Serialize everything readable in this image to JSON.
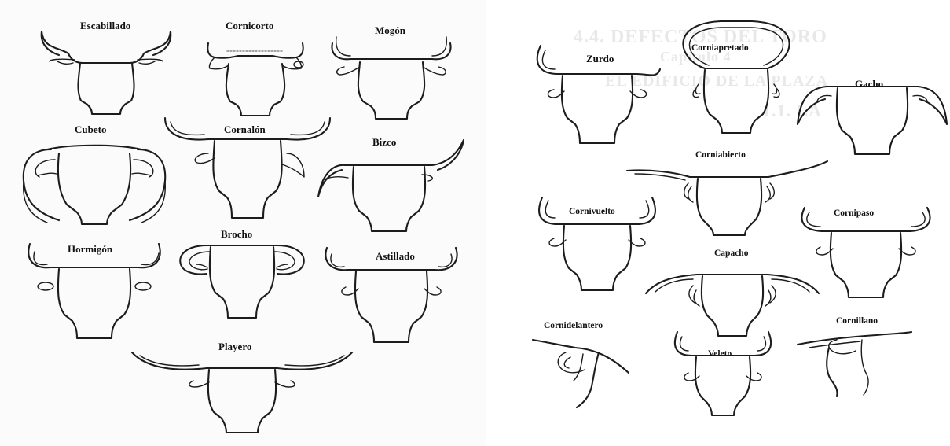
{
  "left_panel": {
    "labels": {
      "escabillado": "Escabillado",
      "cornicorto": "Cornicorto",
      "mogon": "Mogón",
      "cubeto": "Cubeto",
      "cornalon": "Cornalón",
      "bizco": "Bizco",
      "hormigon": "Hormigón",
      "brocho": "Brocho",
      "astillado": "Astillado",
      "playero": "Playero"
    }
  },
  "right_panel": {
    "labels": {
      "zurdo": "Zurdo",
      "corniapretado": "Corniapretado",
      "gacho": "Gacho",
      "corniabierto": "Corniabierto",
      "cornivuelto": "Cornivuelto",
      "cornipaso": "Cornipaso",
      "capacho": "Capacho",
      "cornidelantero": "Cornidelantero",
      "veleto": "Veleto",
      "cornillano": "Cornillano"
    },
    "background_text": [
      "4.4. DEFECTOS DEL TORO",
      "Capítulo 4",
      "EL EDIFICIO DE LA PLAZA",
      "1.1. LA"
    ]
  },
  "colors": {
    "stroke": "#1c1c1c",
    "label": "#111111",
    "background": "#ffffff",
    "faded_text": "#e8e8e8"
  }
}
